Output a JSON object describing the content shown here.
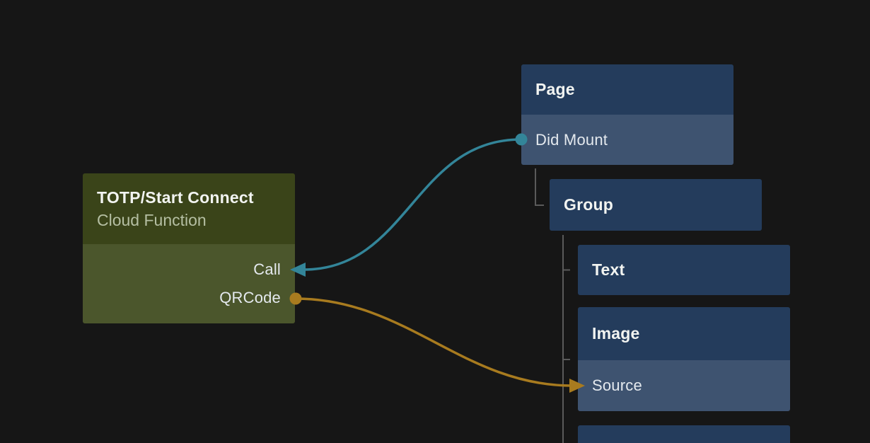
{
  "colors": {
    "background": "#161616",
    "green-header": "#3a4419",
    "green-body": "#4b562c",
    "navy-header": "#243c5c",
    "navy-row": "#3e5370",
    "teal": "#338599",
    "amber": "#a87b1f",
    "tree-line": "#5a5a5a",
    "title-text": "#f2f4f1",
    "row-text": "#e4e9ee",
    "subtitle-text": "#b5bfa3"
  },
  "function_node": {
    "title": "TOTP/Start Connect",
    "subtitle": "Cloud Function",
    "outputs": [
      {
        "label": "Call",
        "port_color": "teal"
      },
      {
        "label": "QRCode",
        "port_color": "amber"
      }
    ]
  },
  "tree": {
    "nodes": [
      {
        "title": "Page",
        "rows": [
          "Did Mount"
        ]
      },
      {
        "title": "Group",
        "rows": []
      },
      {
        "title": "Text",
        "rows": []
      },
      {
        "title": "Image",
        "rows": [
          "Source"
        ]
      },
      {
        "title": "",
        "rows": []
      }
    ]
  },
  "connections": [
    {
      "from": "Did Mount",
      "to": "Call",
      "color": "teal"
    },
    {
      "from": "QRCode",
      "to": "Source",
      "color": "amber"
    }
  ]
}
